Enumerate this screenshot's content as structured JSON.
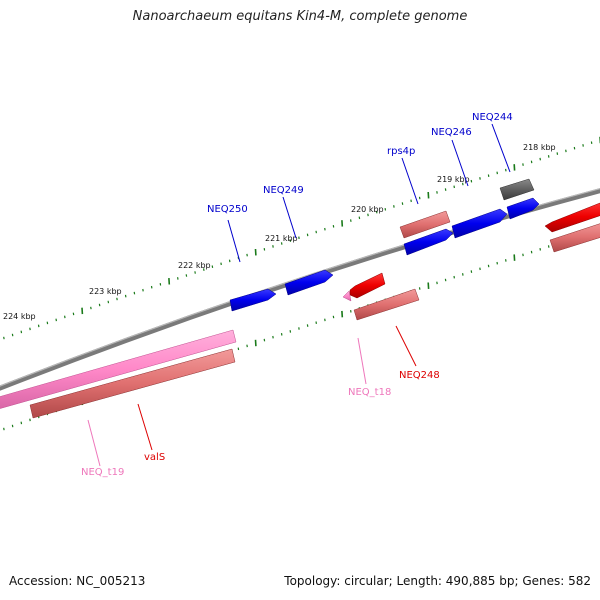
{
  "title": "Nanoarchaeum equitans Kin4-M, complete genome",
  "footer": {
    "accession": "Accession: NC_005213",
    "summary": "Topology: circular; Length: 490,885 bp; Genes: 582"
  },
  "colors": {
    "backbone": "#808080",
    "tick": "#1a7a1a",
    "blue_gene": "#0000ee",
    "red_gene": "#ee0000",
    "salmon_gene": "#e07070",
    "pink_gene": "#ff88c8",
    "gray_gene": "#606060",
    "blue_label": "#0000cc",
    "red_label": "#dd0000",
    "pink_label": "#ee77bb"
  },
  "tick_labels": [
    {
      "text": "224 kbp"
    },
    {
      "text": "223 kbp"
    },
    {
      "text": "222 kbp"
    },
    {
      "text": "221 kbp"
    },
    {
      "text": "220 kbp"
    },
    {
      "text": "219 kbp"
    },
    {
      "text": "218 kbp"
    }
  ],
  "genes": [
    {
      "label": "NEQ250",
      "color": "blue"
    },
    {
      "label": "NEQ249",
      "color": "blue"
    },
    {
      "label": "rps4p",
      "color": "blue"
    },
    {
      "label": "NEQ246",
      "color": "blue"
    },
    {
      "label": "NEQ244",
      "color": "blue"
    },
    {
      "label": "NEQ248",
      "color": "red"
    },
    {
      "label": "NEQ_t18",
      "color": "pink"
    },
    {
      "label": "valS",
      "color": "red"
    },
    {
      "label": "NEQ_t19",
      "color": "pink"
    }
  ]
}
